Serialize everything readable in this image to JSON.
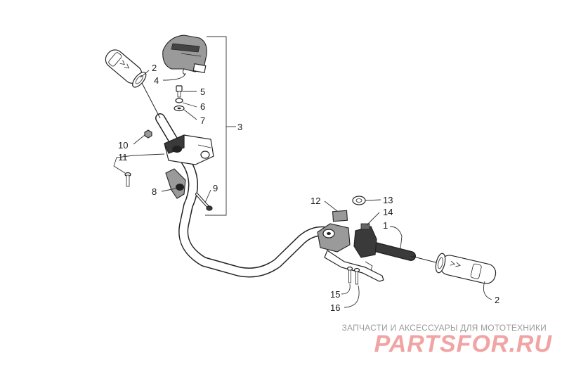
{
  "callouts": [
    {
      "id": "1",
      "text": "1"
    },
    {
      "id": "2a",
      "text": "2"
    },
    {
      "id": "2b",
      "text": "2"
    },
    {
      "id": "3",
      "text": "3"
    },
    {
      "id": "4",
      "text": "4"
    },
    {
      "id": "5",
      "text": "5"
    },
    {
      "id": "6",
      "text": "6"
    },
    {
      "id": "7",
      "text": "7"
    },
    {
      "id": "8",
      "text": "8"
    },
    {
      "id": "9",
      "text": "9"
    },
    {
      "id": "10",
      "text": "10"
    },
    {
      "id": "11",
      "text": "11"
    },
    {
      "id": "12",
      "text": "12"
    },
    {
      "id": "13",
      "text": "13"
    },
    {
      "id": "14",
      "text": "14"
    },
    {
      "id": "15",
      "text": "15"
    },
    {
      "id": "16",
      "text": "16"
    }
  ],
  "watermark": {
    "tagline": "ЗАПЧАСТИ И АКСЕССУАРЫ ДЛЯ МОТОТЕХНИКИ",
    "logo": "PARTSFOR.RU"
  },
  "colors": {
    "line": "#222222",
    "watermark_logo": "#f2a3a3",
    "watermark_text": "#9b9b9b"
  }
}
